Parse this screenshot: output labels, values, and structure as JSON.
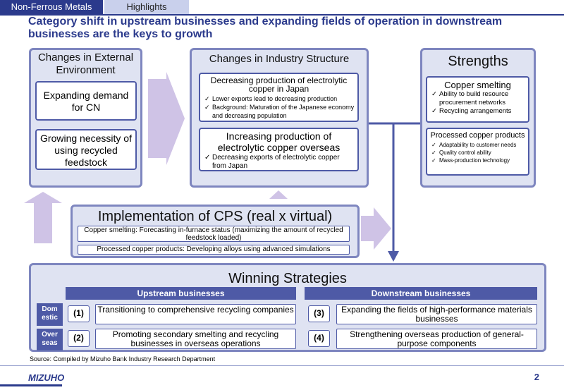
{
  "header": {
    "tab_primary": "Non-Ferrous Metals",
    "tab_secondary": "Highlights",
    "title": "Category shift in upstream businesses and expanding fields of operation in downstream businesses are the keys to growth"
  },
  "external": {
    "title": "Changes in External Environment",
    "item1": "Expanding demand for CN",
    "item2": "Growing necessity of using recycled feedstock"
  },
  "industry": {
    "title": "Changes in Industry Structure",
    "box1": {
      "title": "Decreasing production of electrolytic copper in Japan",
      "bullets": [
        "Lower exports lead to decreasing production",
        "Background: Maturation of the Japanese economy and decreasing population"
      ]
    },
    "box2": {
      "title": "Increasing production of electrolytic copper overseas",
      "bullets": [
        "Decreasing exports of electrolytic copper from Japan"
      ]
    }
  },
  "strengths": {
    "title": "Strengths",
    "box1": {
      "title": "Copper smelting",
      "bullets": [
        "Ability to build resource procurement networks",
        "Recycling arrangements"
      ]
    },
    "box2": {
      "title": "Processed copper products",
      "bullets": [
        "Adaptability to customer needs",
        "Quality control ability",
        "Mass-production technology"
      ]
    }
  },
  "cps": {
    "title": "Implementation of CPS (real x virtual)",
    "item1": "Copper smelting: Forecasting in-furnace status (maximizing the amount of recycled feedstock loaded)",
    "item2": "Processed copper products: Developing alloys using advanced simulations"
  },
  "winning": {
    "title": "Winning Strategies",
    "upstream_header": "Upstream businesses",
    "downstream_header": "Downstream businesses",
    "row1_label": "Dom estic",
    "row2_label": "Over seas",
    "s1_num": "(1)",
    "s1_text": "Transitioning to comprehensive recycling companies",
    "s2_num": "(2)",
    "s2_text": "Promoting secondary smelting and recycling businesses in overseas operations",
    "s3_num": "(3)",
    "s3_text": "Expanding the fields of high-performance materials businesses",
    "s4_num": "(4)",
    "s4_text": "Strengthening overseas production of general-purpose components"
  },
  "footer": {
    "source": "Source: Compiled by Mizuho Bank Industry Research Department",
    "logo": "MIZUHO",
    "page": "2"
  },
  "colors": {
    "primary": "#2b3a8c",
    "panel_bg": "#dfe3f2",
    "panel_border": "#7e86bf",
    "arrow": "#cfc3e6"
  }
}
